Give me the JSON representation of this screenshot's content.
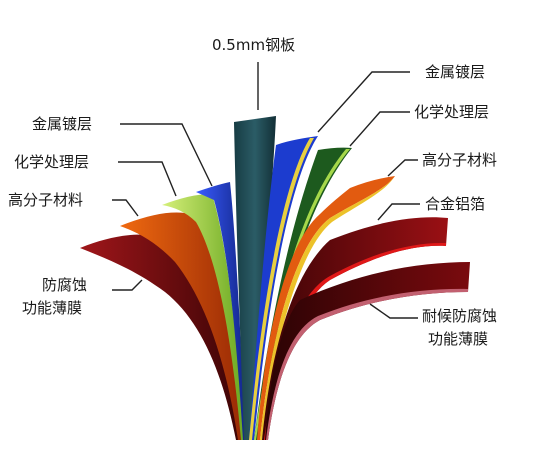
{
  "diagram": {
    "center_label": "0.5mm钢板",
    "right_labels": [
      "金属镀层",
      "化学处理层",
      "高分子材料",
      "合金铝箔",
      "耐候防腐蚀",
      "功能薄膜"
    ],
    "left_labels": [
      "金属镀层",
      "化学处理层",
      "高分子材料",
      "防腐蚀",
      "功能薄膜"
    ],
    "layer_colors": {
      "steel": "#1f4f58",
      "metal_coating": "#1c3ccf",
      "chemical_layer": "#a6d84a",
      "polymer": "#e25b10",
      "polymer_dark": "#b83308",
      "aluminium_foil": "#ecc22a",
      "film": "#8c0d10",
      "film_dark": "#4a0608",
      "inner_green": "#1d5a1e"
    }
  }
}
